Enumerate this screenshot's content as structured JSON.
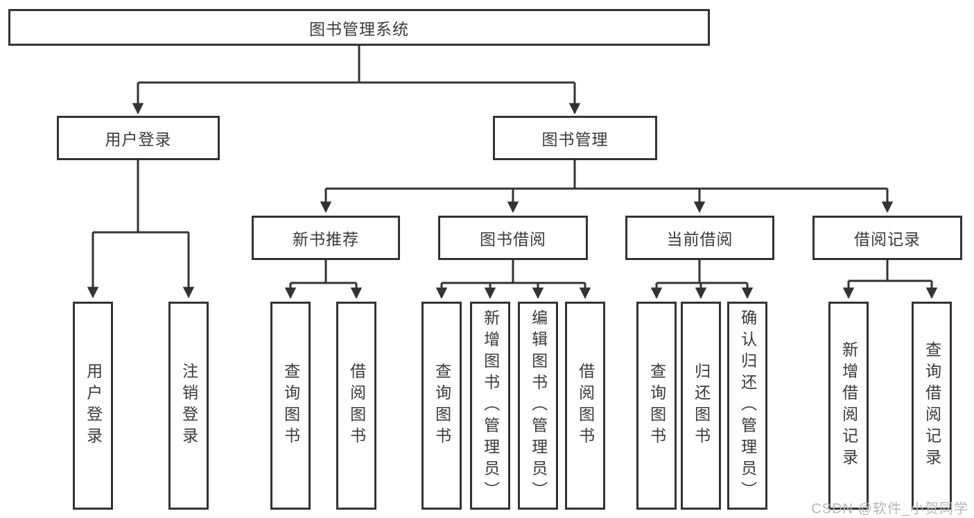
{
  "chart": {
    "root": {
      "label": "图书管理系统"
    },
    "branches": [
      {
        "label": "用户登录",
        "leaves": [
          {
            "label": "用户登录"
          },
          {
            "label": "注销登录"
          }
        ]
      },
      {
        "label": "图书管理",
        "groups": [
          {
            "label": "新书推荐",
            "leaves": [
              {
                "label": "查询图书"
              },
              {
                "label": "借阅图书"
              }
            ]
          },
          {
            "label": "图书借阅",
            "leaves": [
              {
                "label": "查询图书"
              },
              {
                "label": "新增图书（管理员）"
              },
              {
                "label": "编辑图书（管理员）"
              },
              {
                "label": "借阅图书"
              }
            ]
          },
          {
            "label": "当前借阅",
            "leaves": [
              {
                "label": "查询图书"
              },
              {
                "label": "归还图书"
              },
              {
                "label": "确认归还（管理员）"
              }
            ]
          },
          {
            "label": "借阅记录",
            "leaves": [
              {
                "label": "新增借阅记录"
              },
              {
                "label": "查询借阅记录"
              }
            ]
          }
        ]
      }
    ]
  },
  "watermark": {
    "text": "CSDN @软件_小贺同学"
  },
  "colors": {
    "line": "#333333",
    "border": "#333333",
    "text": "#3a3a3a",
    "watermark": "#b7b7b7",
    "background": "#ffffff"
  }
}
